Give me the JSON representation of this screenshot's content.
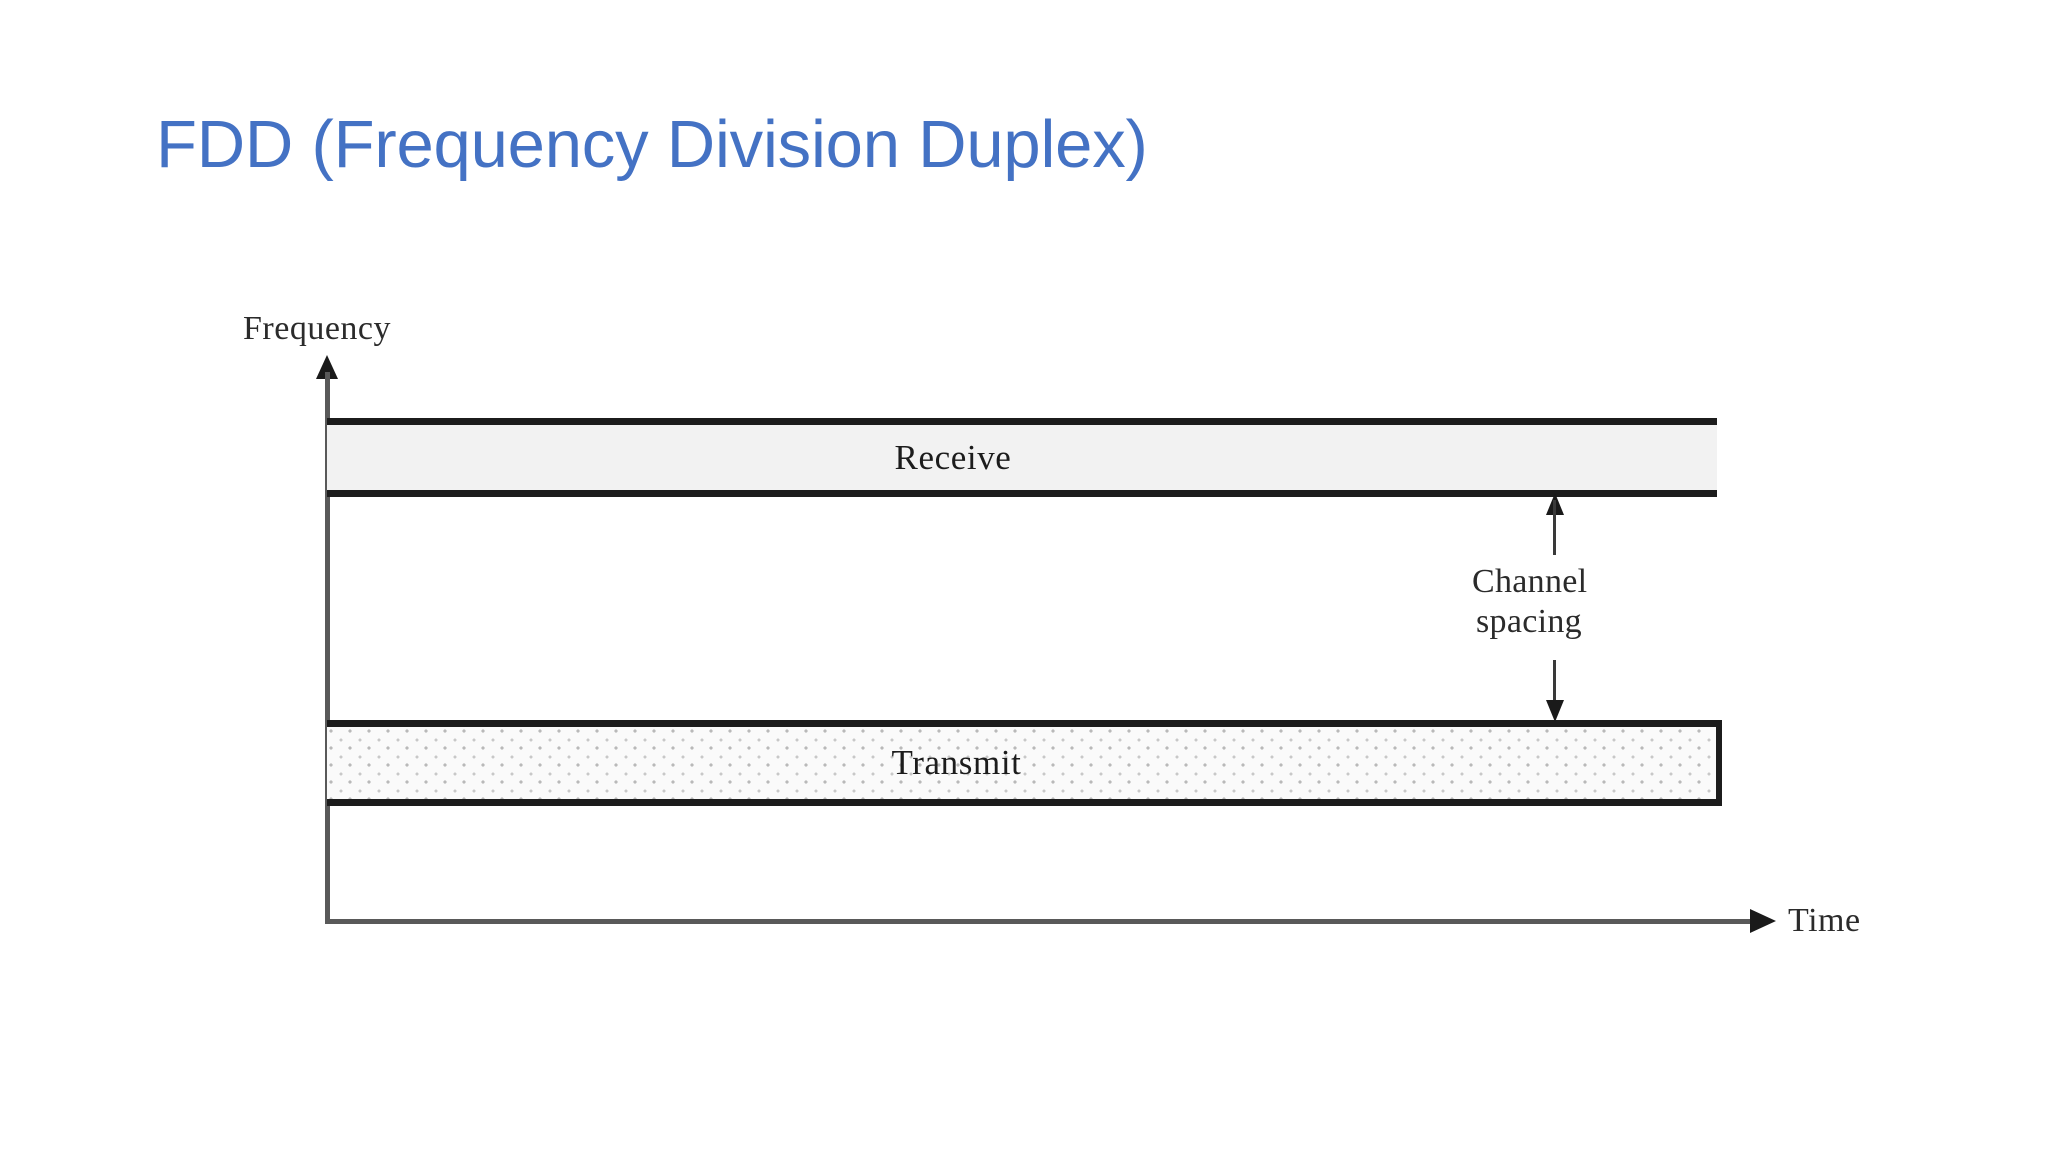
{
  "slide": {
    "title": "FDD (Frequency Division Duplex)",
    "title_color": "#4472C4",
    "background_color": "#FFFFFF"
  },
  "figure": {
    "name": "fdd-frequency-vs-time-diagram",
    "axes": {
      "y_label": "Frequency",
      "x_label": "Time"
    },
    "bands": [
      {
        "id": "receive",
        "label": "Receive",
        "fill": "#F2F2F2",
        "pattern": "solid-light-gray"
      },
      {
        "id": "transmit",
        "label": "Transmit",
        "fill": "#FAFAFA",
        "pattern": "stippled-dots"
      }
    ],
    "annotation": {
      "id": "channel-spacing",
      "line_1": "Channel",
      "line_2": "spacing",
      "arrow_style": "double-headed-vertical"
    }
  }
}
